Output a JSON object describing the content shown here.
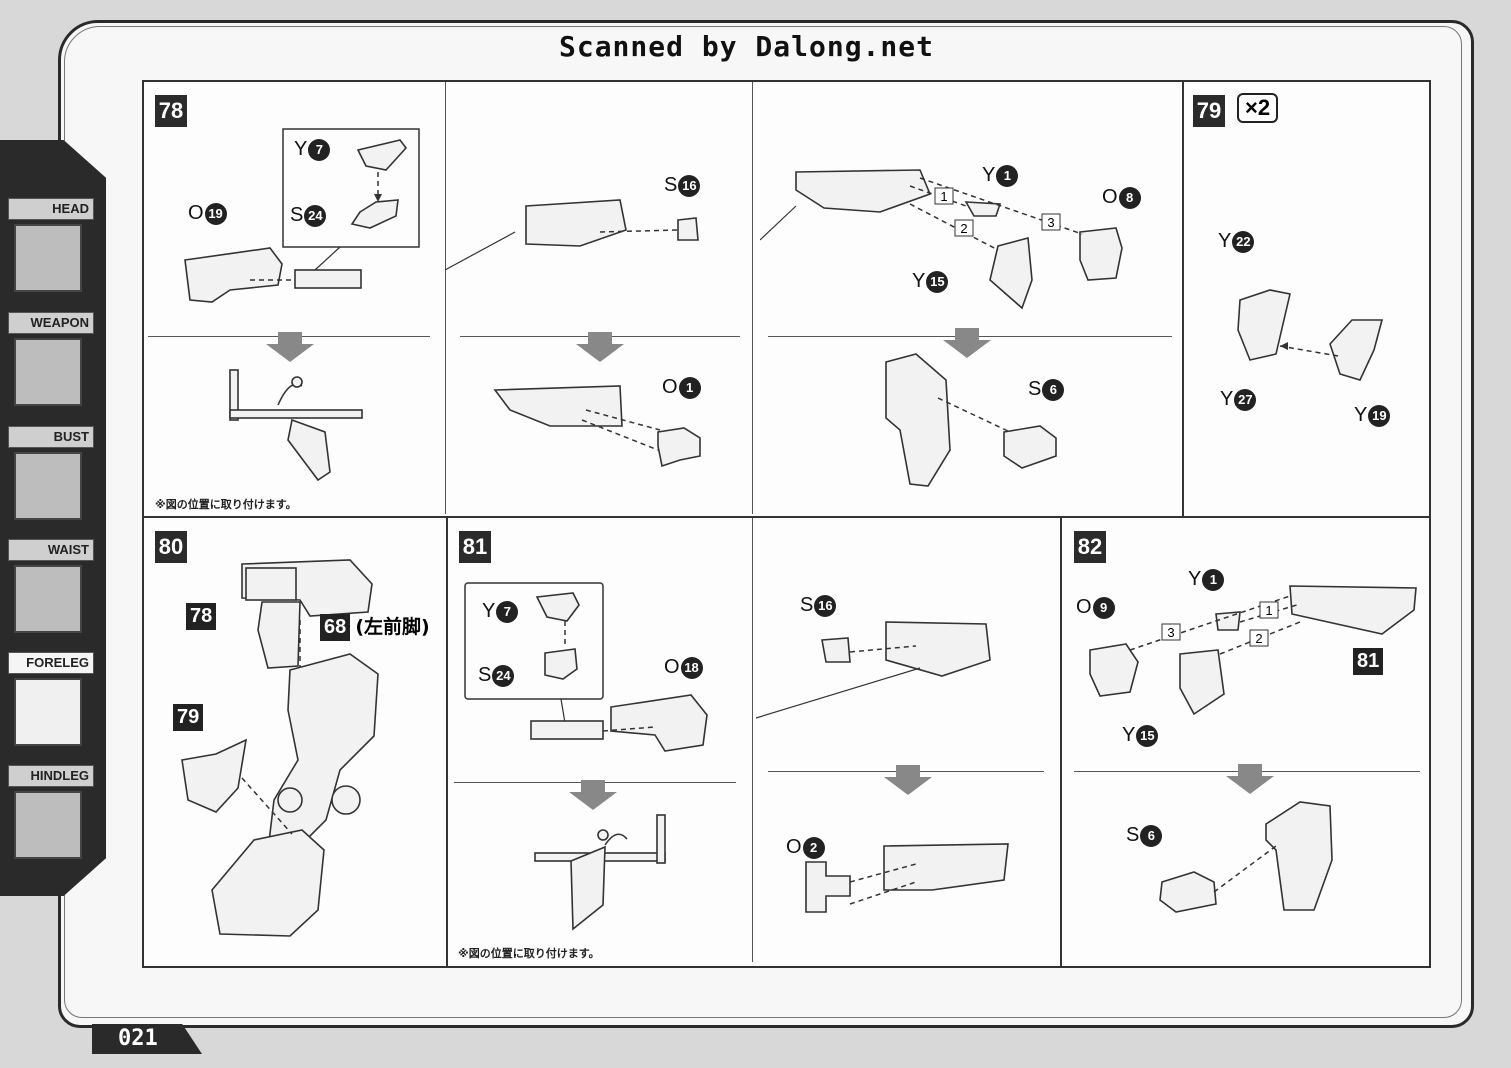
{
  "header": {
    "scanned_text": "Scanned by Dalong.net"
  },
  "sidebar": {
    "items": [
      {
        "label": "HEAD"
      },
      {
        "label": "WEAPON"
      },
      {
        "label": "BUST"
      },
      {
        "label": "WAIST"
      },
      {
        "label": "FORELEG",
        "active": true
      },
      {
        "label": "HINDLEG"
      }
    ]
  },
  "steps": {
    "s78": {
      "num": "78",
      "c1": "O",
      "c1n": "19",
      "c2": "Y",
      "c2n": "7",
      "c3": "S",
      "c3n": "24",
      "c4": "S",
      "c4n": "16",
      "c5": "O",
      "c5n": "1",
      "c6": "Y",
      "c6n": "1",
      "c7": "O",
      "c7n": "8",
      "c8": "Y",
      "c8n": "15",
      "c9": "S",
      "c9n": "6",
      "seq1": "1",
      "seq2": "2",
      "seq3": "3",
      "note": "※図の位置に取り付けます。"
    },
    "s79": {
      "num": "79",
      "mult": "×2",
      "c1": "Y",
      "c1n": "22",
      "c2": "Y",
      "c2n": "27",
      "c3": "Y",
      "c3n": "19"
    },
    "s80": {
      "num": "80",
      "tag78": "78",
      "tag68": "68",
      "tag68_text": "(左前脚)",
      "tag79": "79"
    },
    "s81": {
      "num": "81",
      "c1": "Y",
      "c1n": "7",
      "c2": "S",
      "c2n": "24",
      "c3": "O",
      "c3n": "18",
      "c4": "S",
      "c4n": "16",
      "c5": "O",
      "c5n": "2",
      "note": "※図の位置に取り付けます。"
    },
    "s82": {
      "num": "82",
      "c1": "Y",
      "c1n": "1",
      "c2": "O",
      "c2n": "9",
      "c3": "Y",
      "c3n": "15",
      "c4": "S",
      "c4n": "6",
      "tag81": "81",
      "seq1": "1",
      "seq2": "2",
      "seq3": "3"
    }
  },
  "footer": {
    "page_number": "021"
  }
}
